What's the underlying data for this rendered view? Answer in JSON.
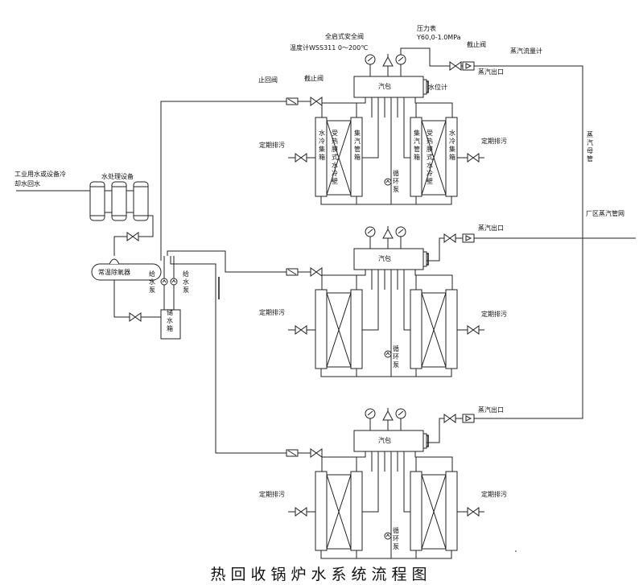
{
  "title": "热回收锅炉水系统流程图",
  "labels": {
    "water_source_line1": "工业用水或设备冷",
    "water_source_line2": "却水回水",
    "water_treatment": "水处理设备",
    "deaerator": "常温除氧器",
    "feed_pump": "给水泵",
    "storage_tank": "储水箱",
    "check_valve": "止回阀",
    "stop_valve": "截止阀",
    "stop_valve_top": "截止阀",
    "thermometer": "温度计WSS311 0～200℃",
    "safety_valve": "全启式安全阀",
    "pressure_gauge_name": "压力表",
    "pressure_gauge_spec": "Y60,0-1.0MPa",
    "steam_flowmeter": "蒸汽流量计",
    "steam_outlet": "蒸汽出口",
    "drum": "汽包",
    "water_level_gauge": "水位计",
    "periodic_blowdown": "定期排污",
    "water_cooled_header": "水冷集箱",
    "heated_water_wall": "受热膜式水冷壁",
    "membrane_header": "集汽管箱",
    "circulation_pump": "循环泵",
    "steam_main": "蒸汽母管",
    "plant_steam_network": "厂区蒸汽管网"
  }
}
